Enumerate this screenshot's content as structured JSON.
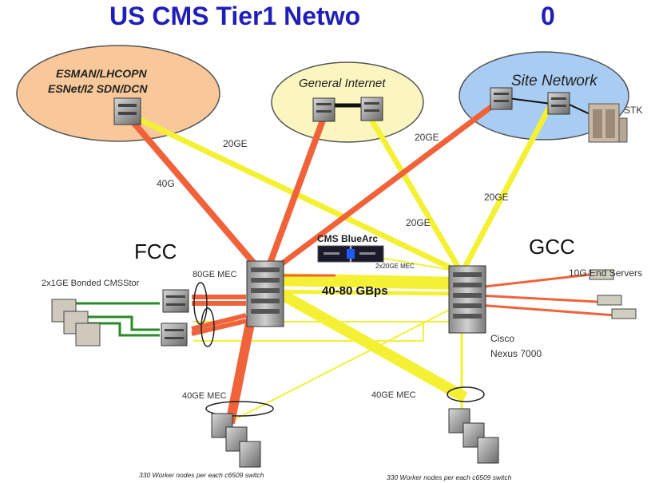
{
  "title": {
    "left": "US CMS Tier1 Netwo",
    "right": "0"
  },
  "clouds": {
    "esman": {
      "line1": "ESMAN/LHCOPN",
      "line2": "ESNet/I2 SDN/DCN"
    },
    "general": "General Internet",
    "site": "Site Network",
    "stk": "STK"
  },
  "links": {
    "esman_20ge": "20GE",
    "esman_40g": "40G",
    "general_20ge": "20GE",
    "site_20ge": "20GE",
    "mid_20ge": "20GE"
  },
  "sites": {
    "fcc": "FCC",
    "gcc": "GCC"
  },
  "bluearc": {
    "label": "CMS BlueArc",
    "mec": "2x20GE MEC"
  },
  "core": {
    "bandwidth": "40-80 GBps",
    "mec80": "80GE MEC"
  },
  "storage": {
    "label": "2x1GE Bonded CMSStor"
  },
  "servers": {
    "label": "10G End Servers"
  },
  "nexus": {
    "line1": "Cisco",
    "line2": "Nexus 7000"
  },
  "workers": {
    "left_mec": "40GE MEC",
    "right_mec": "40GE MEC",
    "left_caption": "330 Worker nodes per each c6509 switch",
    "right_caption": "330 Worker nodes per each c6509 switch"
  },
  "colors": {
    "orange": "#f0633a",
    "yellow": "#f4f033",
    "green": "#2a8a2a",
    "title": "#1f1fb8"
  }
}
